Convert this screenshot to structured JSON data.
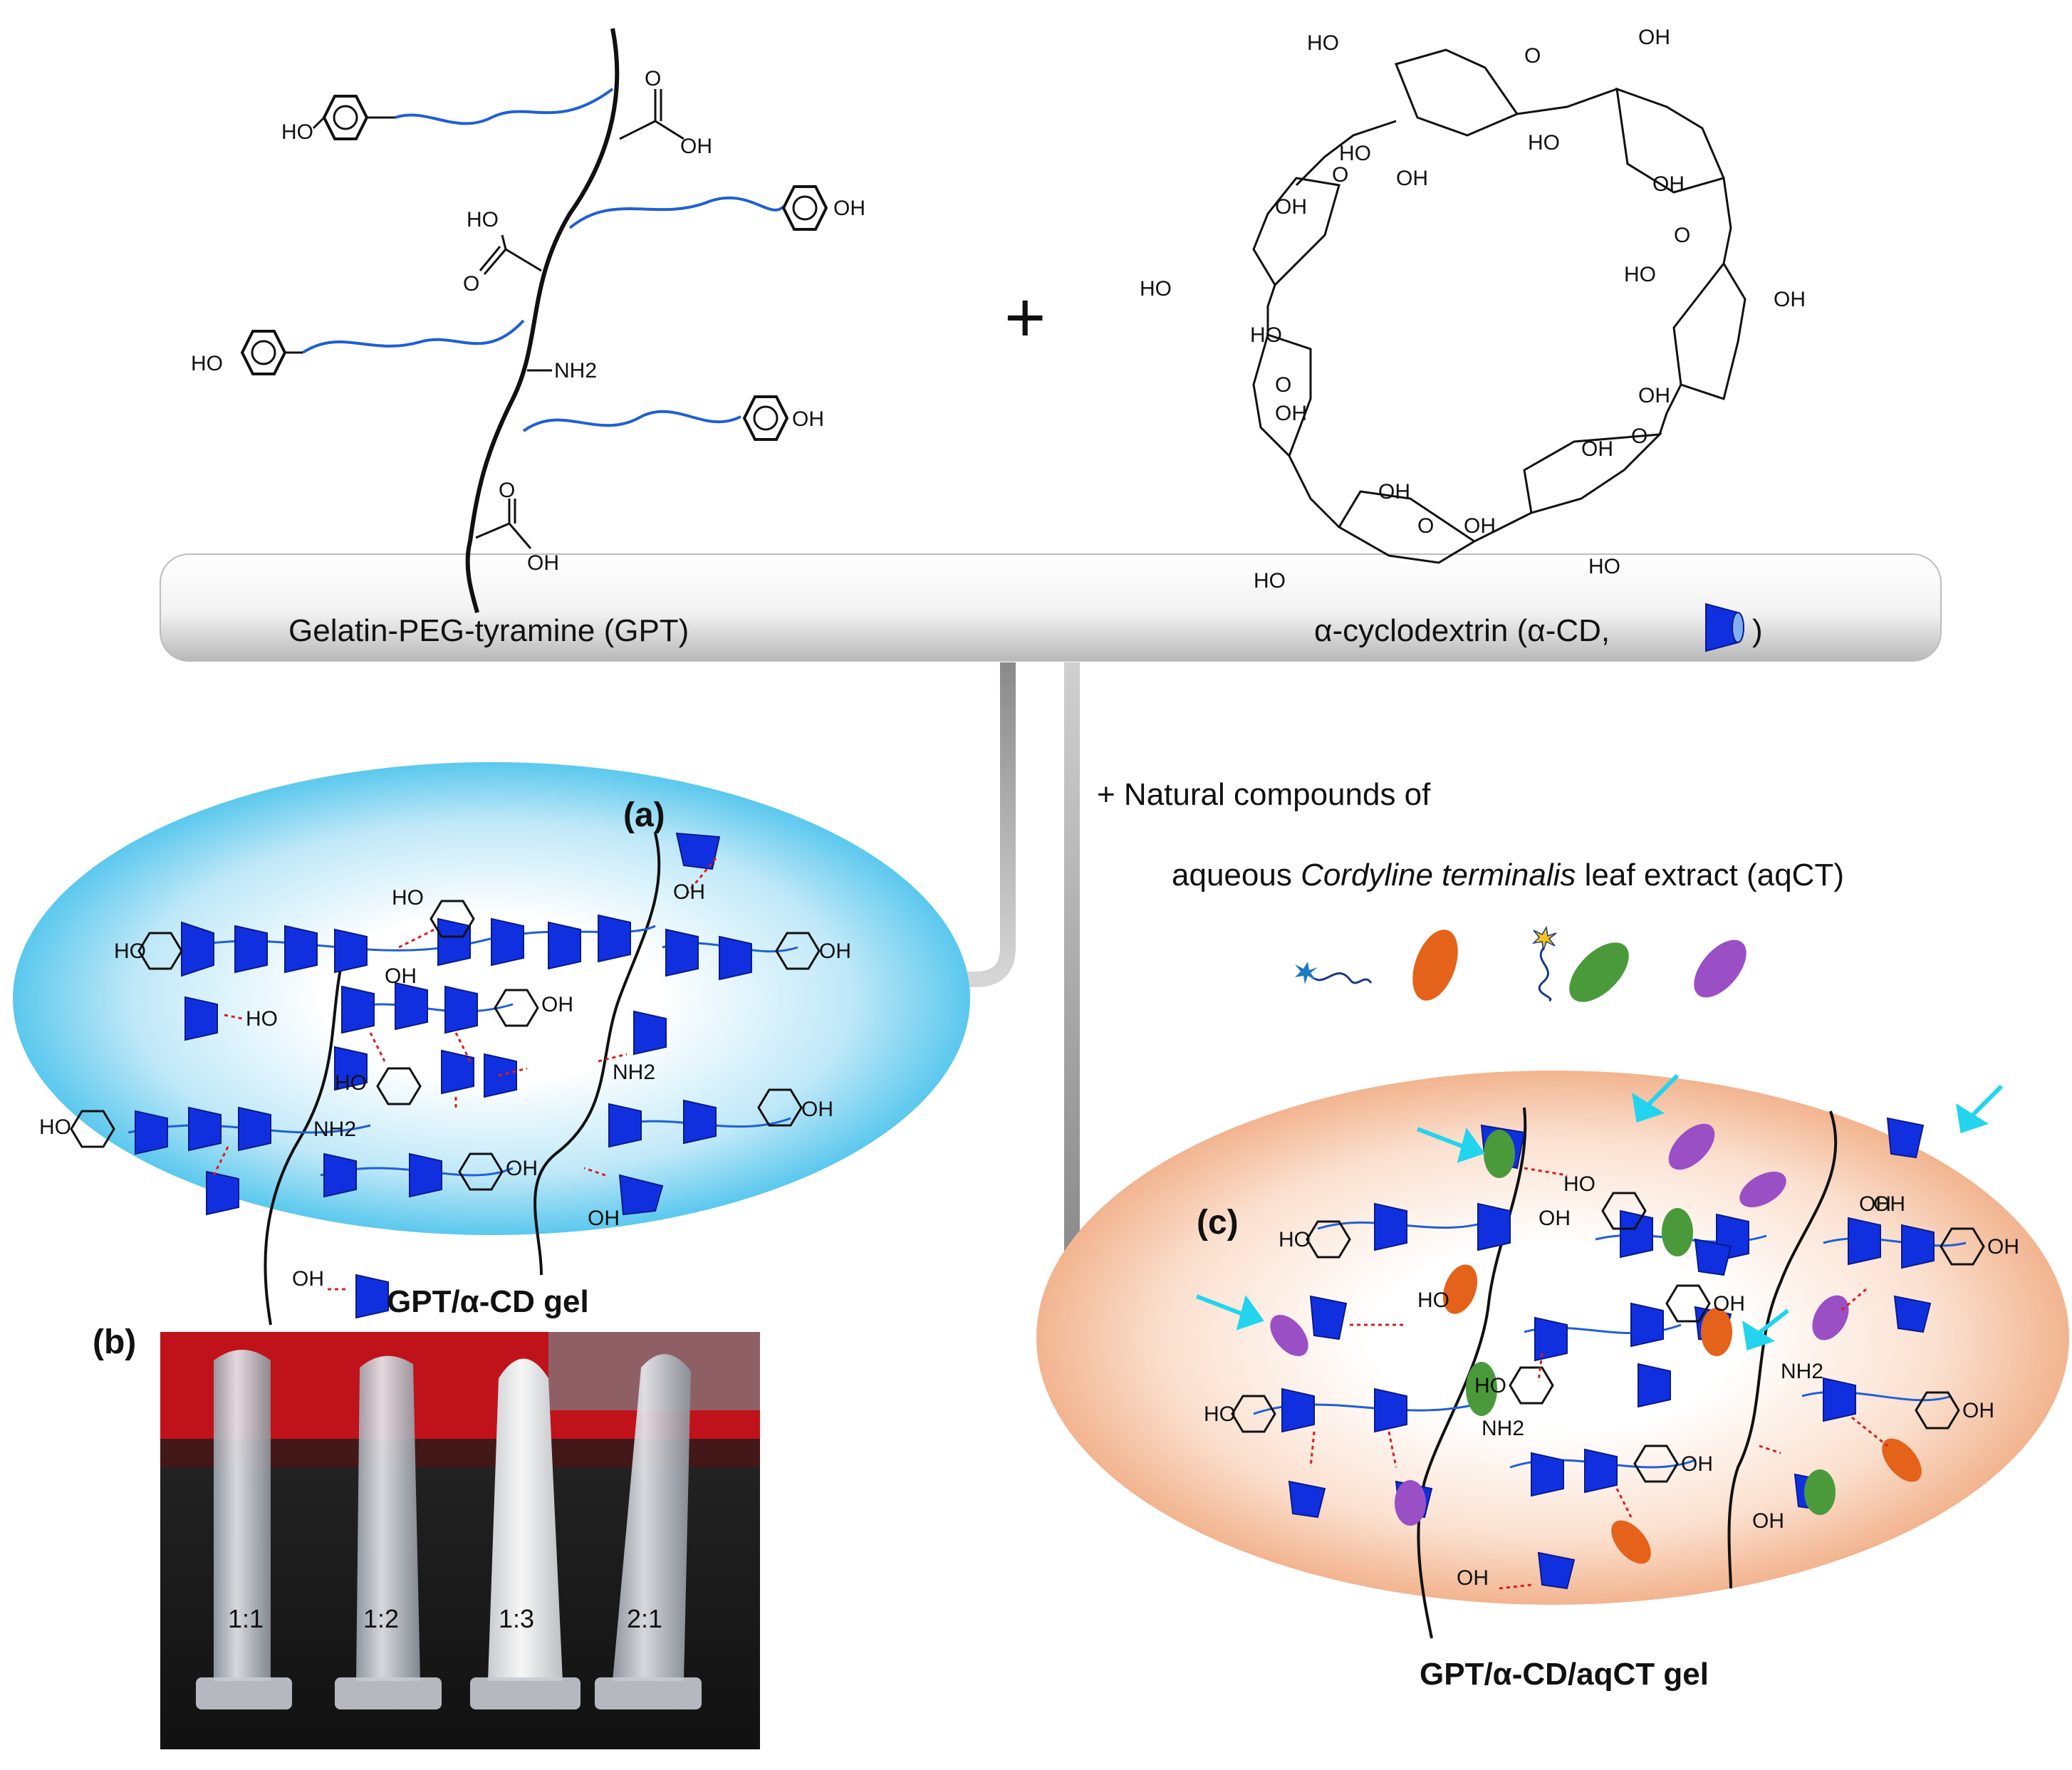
{
  "top_panel": {
    "gpt_label": "Gelatin-PEG-tyramine (GPT)",
    "acd_label_prefix": "α-cyclodextrin (α-CD,",
    "acd_label_suffix": ")",
    "plus": "+"
  },
  "groups": {
    "oh": "OH",
    "ho": "HO",
    "o": "O",
    "nh2": "NH2"
  },
  "branch_text": {
    "line1": "+ Natural compounds of",
    "line2_prefix": "aqueous ",
    "line2_italic": "Cordyline terminalis",
    "line2_suffix": " leaf extract (aqCT)"
  },
  "panels": {
    "a_label": "(a)",
    "a_caption": "GPT/α-CD gel",
    "b_label": "(b)",
    "c_label": "(c)",
    "c_caption": "GPT/α-CD/aqCT gel"
  },
  "photo": {
    "tube_labels": [
      "1:1",
      "1:2",
      "1:3",
      "2:1"
    ]
  },
  "colors": {
    "peg_blue": "#1f5fd6",
    "cd_blue": "#1030e0",
    "cd_light": "#7fb0f0",
    "gel_a_glow": "#5bc8ee",
    "gel_c_glow": "#f4b896",
    "orange": "#e4621a",
    "green": "#4a9a3c",
    "purple": "#9b4fc4",
    "arrow_cyan": "#22d4ee",
    "hbond_red": "#d81e1e"
  }
}
